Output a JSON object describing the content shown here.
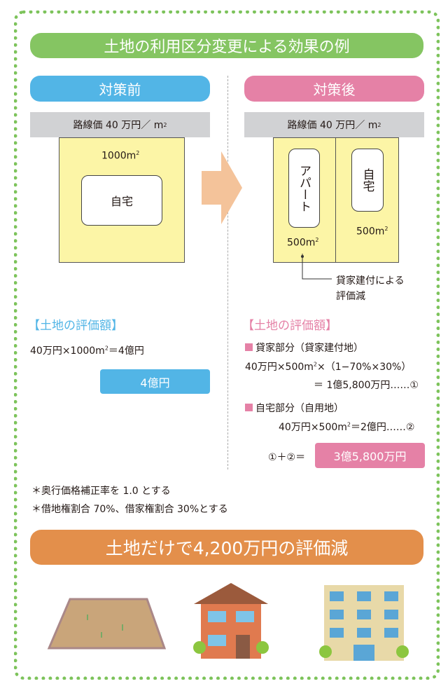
{
  "title": "土地の利用区分変更による効果の例",
  "before": {
    "label": "対策前",
    "road_price": "路線価 40 万円／ m",
    "area": "1000m",
    "house": "自宅",
    "heading": "【土地の評価額】",
    "formula": "40万円×1000m",
    "formula_tail": "＝4億円",
    "result": "4億円"
  },
  "after": {
    "label": "対策後",
    "road_price": "路線価 40 万円／ m",
    "apartment": "アパート",
    "house": "自宅",
    "area_apartment": "500m",
    "area_house": "500m",
    "note_line1": "貸家建付による",
    "note_line2": "評価減",
    "heading": "【土地の評価額】",
    "rental_label": "貸家部分（貸家建付地）",
    "rental_formula_a": "40万円×500m",
    "rental_formula_b": "×（1−70%×30%）",
    "rental_result": "＝ 1億5,800万円……①",
    "home_label": "自宅部分（自用地）",
    "home_formula_a": "40万円×500m",
    "home_formula_b": "＝2億円……②",
    "sum_label": "①＋②＝",
    "result": "3億5,800万円"
  },
  "sup2": "2",
  "notes": [
    "＊奥行価格補正率を 1.0 とする",
    "＊借地権割合 70%、借家権割合 30%とする"
  ],
  "banner": "土地だけで4,200万円の評価減",
  "colors": {
    "green": "#85c562",
    "blue": "#52b5e6",
    "pink": "#e581a6",
    "orange": "#e38f4b",
    "arrow": "#f4c39a"
  }
}
